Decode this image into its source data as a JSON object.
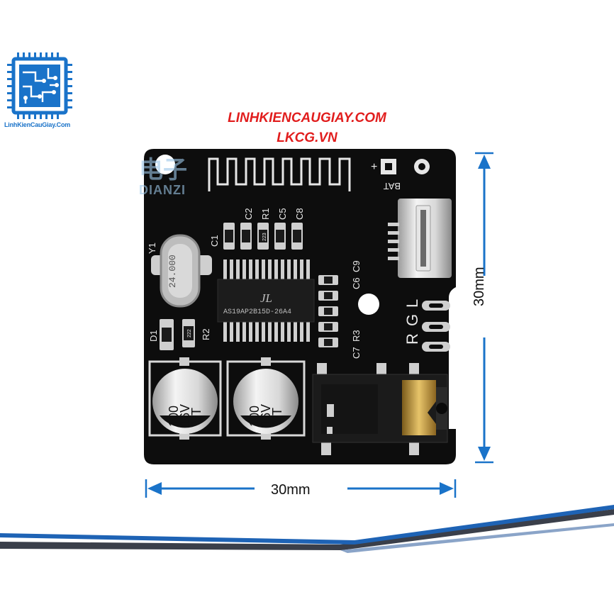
{
  "logo": {
    "text": "LinhKienCauGiay.Com",
    "icon": "circuit-chip-icon",
    "color": "#1a73c9"
  },
  "header": {
    "site_primary": "LINHKIENCAUGIAY.COM",
    "site_secondary": "LKCG.VN",
    "color": "#e11d1d"
  },
  "watermark": {
    "cn": "电子",
    "latin": "DIANZI"
  },
  "dimensions": {
    "width_label": "30mm",
    "height_label": "30mm",
    "arrow_color": "#1a73c9"
  },
  "board": {
    "color": "#0d0d0d",
    "pad_color": "#d0d0d0",
    "labels": {
      "c1": "C1",
      "c2": "C2",
      "r1": "R1",
      "c5": "C5",
      "c8": "C8",
      "y1": "Y1",
      "crystal": "24.000",
      "chip_line": "AS19AP2B15D-26A4",
      "chip_logo": "JL",
      "d1": "D1",
      "r2": "R2",
      "c6": "C6",
      "c9": "C9",
      "c7": "C7",
      "r3": "R3",
      "plus": "+",
      "bat": "BAT",
      "r": "R",
      "g": "G",
      "l": "L",
      "cap_line1": "100",
      "cap_line2": "16V",
      "cap_line3": "VT",
      "res_code": "223",
      "res_code2": "222"
    }
  },
  "footer": {
    "stripe_dark": "#3a3f4a",
    "stripe_blue": "#1e63b5"
  }
}
